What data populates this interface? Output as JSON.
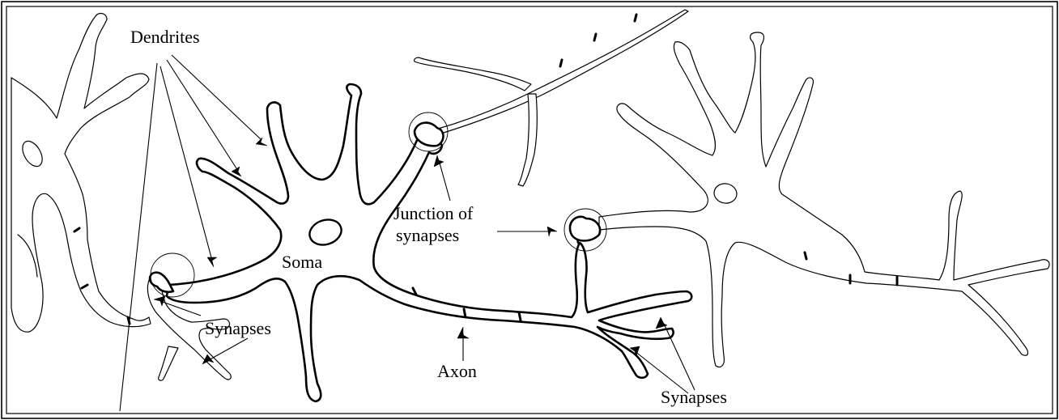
{
  "labels": {
    "dendrites": "Dendrites",
    "soma": "Soma",
    "junction_line1": "Junction of",
    "junction_line2": "synapses",
    "synapses_left": "Synapses",
    "axon": "Axon",
    "synapses_right": "Synapses"
  }
}
